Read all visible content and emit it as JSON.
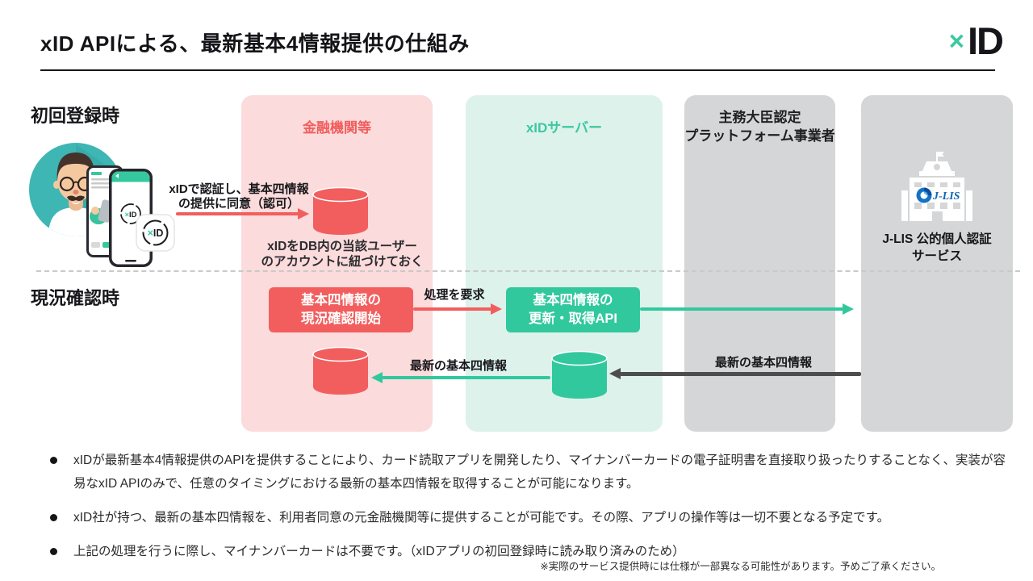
{
  "header": {
    "title": "xID APIによる、最新基本4情報提供の仕組み",
    "logo": {
      "x": "×",
      "id": "ID"
    }
  },
  "sections": {
    "initial_label": "初回登録時",
    "status_label": "現況確認時"
  },
  "columns": {
    "financial": {
      "label": "金融機関等"
    },
    "xid_server": {
      "label": "xIDサーバー"
    },
    "platform": {
      "line1": "主務大臣認定",
      "line2": "プラットフォーム事業者"
    },
    "jlis": {
      "logo": "J-LIS",
      "line1": "J-LIS 公的個人認証",
      "line2": "サービス"
    }
  },
  "initial_flow": {
    "consent_line1": "xIDで認証し、基本四情報",
    "consent_line2": "の提供に同意（認可）",
    "db_note_line1": "xIDをDB内の当該ユーザー",
    "db_note_line2": "のアカウントに紐づけておく"
  },
  "status_flow": {
    "start_box_line1": "基本四情報の",
    "start_box_line2": "現況確認開始",
    "api_box_line1": "基本四情報の",
    "api_box_line2": "更新・取得API",
    "request_label": "処理を要求",
    "latest_info_left": "最新の基本四情報",
    "latest_info_right": "最新の基本四情報"
  },
  "app": {
    "mark_x": "×",
    "mark_id": "ID"
  },
  "bullets": [
    "xIDが最新基本4情報提供のAPIを提供することにより、カード読取アプリを開発したり、マイナンバーカードの電子証明書を直接取り扱ったりすることなく、実装が容易なxID APIのみで、任意のタイミングにおける最新の基本四情報を取得することが可能になります。",
    "xID社が持つ、最新の基本四情報を、利用者同意の元金融機関等に提供することが可能です。その際、アプリの操作等は一切不要となる予定です。",
    "上記の処理を行うに際し、マイナンバーカードは不要です。（xIDアプリの初回登録時に読み取り済みのため）"
  ],
  "footnote": "※実際のサービス提供時には仕様が一部異なる可能性があります。予めご了承ください。",
  "colors": {
    "red": "#f25e5e",
    "pink_bg": "#fbdbdb",
    "green": "#32c89e",
    "mint_bg": "#dcf2ea",
    "gray_bg": "#d5d6d7",
    "teal_accent": "#3cc8a0",
    "dark_arrow": "#4d4d4d",
    "jlis_blue": "#1266b3"
  }
}
